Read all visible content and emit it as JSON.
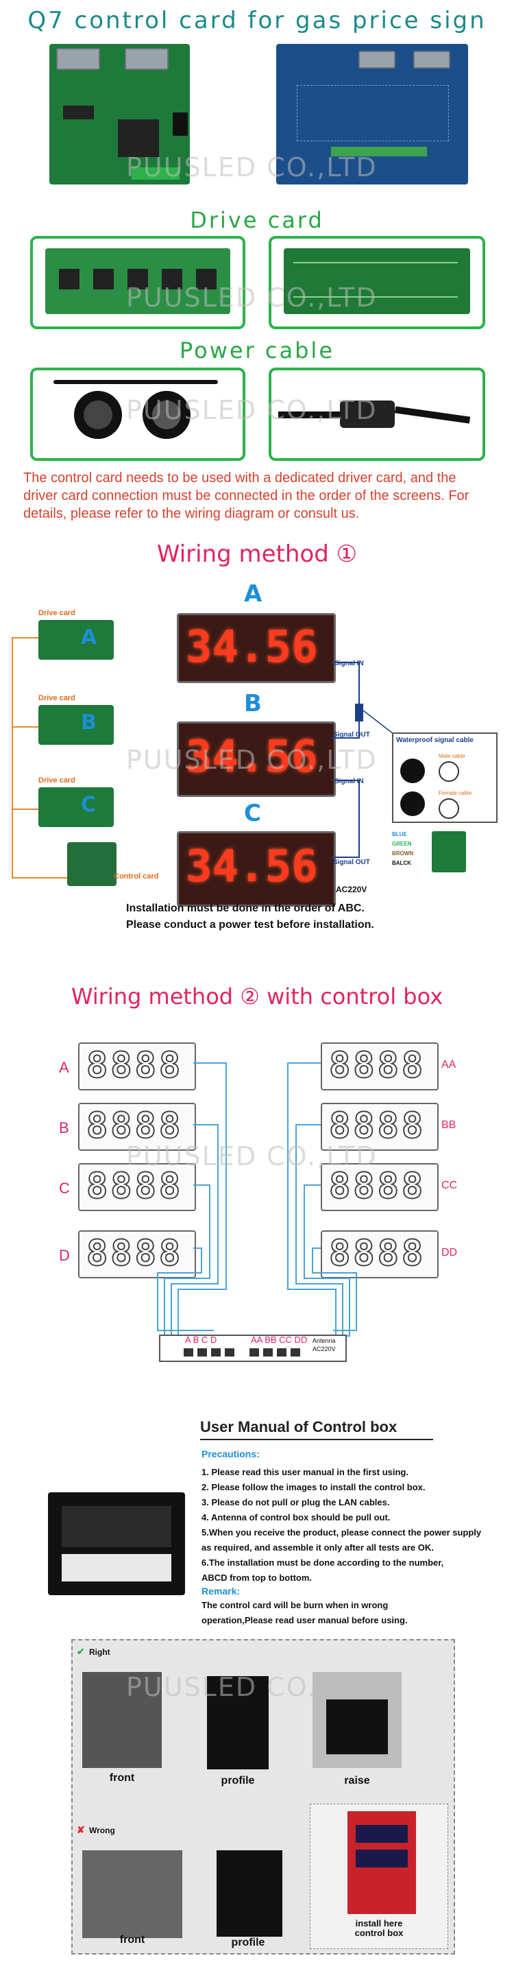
{
  "header": {
    "title": "Q7 control card for gas price sign",
    "drive_title": "Drive card",
    "power_title": "Power cable",
    "watermark": "PUUSLED CO.,LTD",
    "note": "The control card needs to be used with a dedicated driver card, and the driver card connection must be connected in the order of the screens. For details, please refer to the wiring diagram or consult us."
  },
  "wiring1": {
    "title": "Wiring method ①",
    "drive_label": "Drive card",
    "control_label": "Control card",
    "letters": [
      "A",
      "B",
      "C"
    ],
    "digits": "34.56",
    "signal_in": "Signal IN",
    "signal_out": "Signal OUT",
    "ac": "AC220V",
    "waterproof": "Waterproof signal cable",
    "male": "Male cable",
    "female": "Female cable",
    "pins": [
      "BLUE",
      "GREEN",
      "BROWN",
      "BALCK"
    ],
    "footer1": "Installation must be done in the order of ABC.",
    "footer2": "Please conduct a power test before installation."
  },
  "wiring2": {
    "title": "Wiring method ② with control box",
    "left": [
      "A",
      "B",
      "C",
      "D"
    ],
    "right": [
      "AA",
      "BB",
      "CC",
      "DD"
    ],
    "digits": "8888",
    "box_left": "A B C D",
    "box_right": "AA BB CC DD",
    "antenna": "Antenna",
    "ac": "AC220V"
  },
  "manual": {
    "title": "User Manual of Control box",
    "precautions": "Precautions:",
    "items": [
      "1. Please read this user manual in the first using.",
      "2. Please follow the images to install the control box.",
      "3. Please do not pull or plug the LAN cables.",
      "4. Antenna of control box should be pull out.",
      "5.When you receive the product, please connect the power supply",
      "as required, and assemble it only after all tests are OK.",
      "6.The installation must be done according to the number,",
      "ABCD  from top to bottom."
    ],
    "remark": "Remark:",
    "remark1": "The control card will be burn when in wrong",
    "remark2": "operation,Please read user manual before using."
  },
  "install": {
    "right": "Right",
    "wrong": "Wrong",
    "front": "front",
    "profile": "profile",
    "raise": "raise",
    "install_here": "install here",
    "control_box": "control box"
  }
}
